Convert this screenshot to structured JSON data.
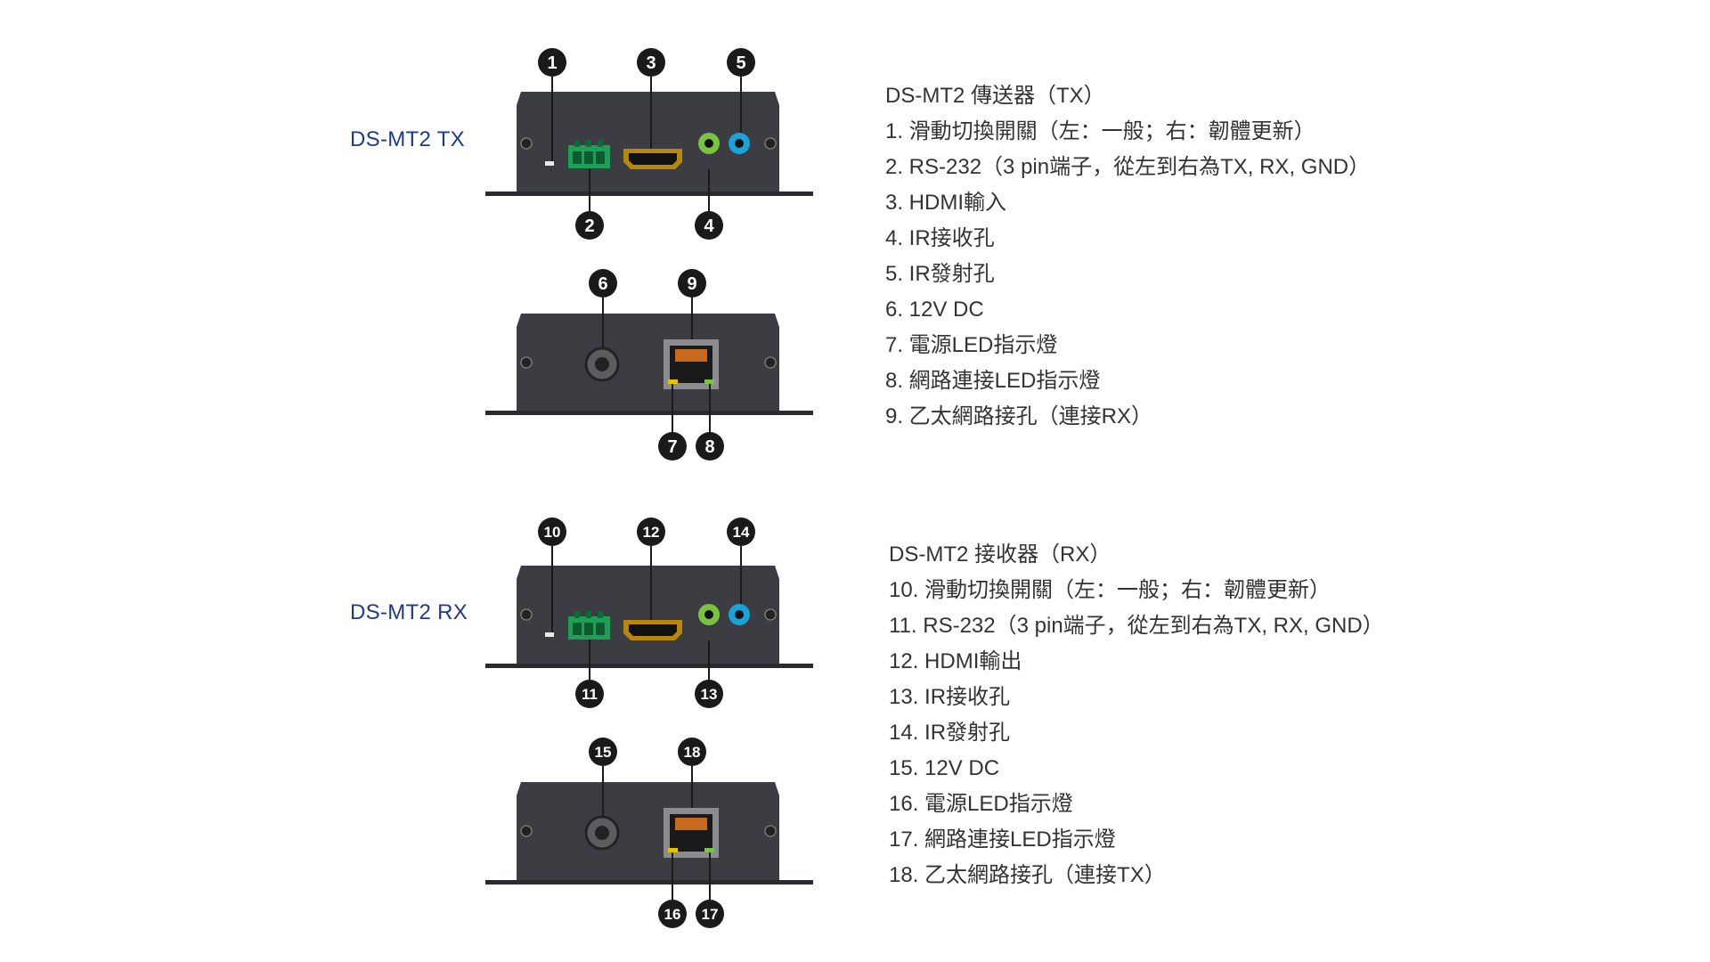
{
  "tx": {
    "model_label": "DS-MT2 TX",
    "spec_title": "DS-MT2 傳送器（TX）",
    "items": [
      {
        "num": "1",
        "text": "1. 滑動切換開關（左：一般；右：韌體更新）"
      },
      {
        "num": "2",
        "text": "2. RS-232（3 pin端子，從左到右為TX, RX, GND）"
      },
      {
        "num": "3",
        "text": "3. HDMI輸入"
      },
      {
        "num": "4",
        "text": "4. IR接收孔"
      },
      {
        "num": "5",
        "text": "5. IR發射孔"
      },
      {
        "num": "6",
        "text": "6. 12V DC"
      },
      {
        "num": "7",
        "text": "7. 電源LED指示燈"
      },
      {
        "num": "8",
        "text": "8. 網路連接LED指示燈"
      },
      {
        "num": "9",
        "text": "9. 乙太網路接孔（連接RX）"
      }
    ]
  },
  "rx": {
    "model_label": "DS-MT2 RX",
    "spec_title": "DS-MT2 接收器（RX）",
    "items": [
      {
        "num": "10",
        "text": "10. 滑動切換開關（左：一般；右：韌體更新）"
      },
      {
        "num": "11",
        "text": "11. RS-232（3 pin端子，從左到右為TX, RX, GND）"
      },
      {
        "num": "12",
        "text": "12. HDMI輸出"
      },
      {
        "num": "13",
        "text": "13. IR接收孔"
      },
      {
        "num": "14",
        "text": "14. IR發射孔"
      },
      {
        "num": "15",
        "text": "15. 12V DC"
      },
      {
        "num": "16",
        "text": "16. 電源LED指示燈"
      },
      {
        "num": "17",
        "text": "17. 網路連接LED指示燈"
      },
      {
        "num": "18",
        "text": "18. 乙太網路接孔（連接TX）"
      }
    ]
  },
  "colors": {
    "device_body": "#3b3d42",
    "label_blue": "#1f3a8a",
    "terminal_green": "#1f9e57",
    "ir_rx_green": "#7cc242",
    "ir_tx_blue": "#1aa3d9",
    "hdmi_gold": "#b8860b",
    "callout_black": "#1a1a1a"
  }
}
